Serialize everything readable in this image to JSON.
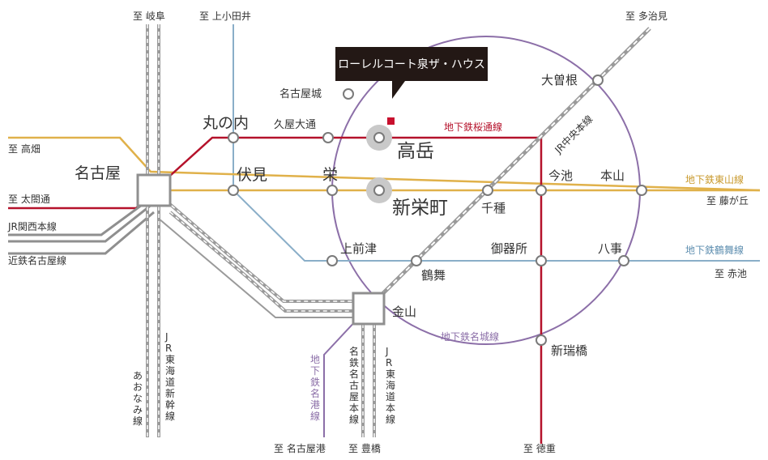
{
  "callout": {
    "label": "ローレルコート泉ザ・ハウス"
  },
  "stations": {
    "nagoya": "名古屋",
    "marunouchi": "丸の内",
    "hisaya_odori": "久屋大通",
    "nagoyajo": "名古屋城",
    "takaoka": "高岳",
    "fushimi": "伏見",
    "sakae": "栄",
    "shinsakae": "新栄町",
    "chikusa": "千種",
    "imaike": "今池",
    "motoyama": "本山",
    "ozone": "大曽根",
    "kamimaezu": "上前津",
    "tsurumai": "鶴舞",
    "gokiso": "御器所",
    "yagoto": "八事",
    "kanayama": "金山",
    "aratamabashi": "新瑞橋"
  },
  "lines": {
    "sakuradori": "地下鉄桜通線",
    "higashiyama": "地下鉄東山線",
    "tsurumai": "地下鉄鶴舞線",
    "meijo": "地下鉄名城線",
    "chuo": "JR中央本線",
    "meiko": [
      "地",
      "下",
      "鉄",
      "名",
      "港",
      "線"
    ],
    "meitetsu": [
      "名",
      "鉄",
      "名",
      "古",
      "屋",
      "本",
      "線"
    ],
    "jr_tokaido": [
      "J",
      "R",
      "東",
      "海",
      "道",
      "本",
      "線"
    ],
    "shinkansen": [
      "J",
      "R",
      "東",
      "海",
      "道",
      "新",
      "幹",
      "線"
    ],
    "aonami": [
      "あ",
      "お",
      "な",
      "み",
      "線"
    ]
  },
  "termini": {
    "gifu": "至 岐阜",
    "kamiotai": "至 上小田井",
    "tajimi": "至 多治見",
    "takabata": "至 高畑",
    "taikodori": "至 太閤通",
    "kansai": "JR関西本線",
    "kintetsu": "近鉄名古屋線",
    "fujigaoka": "至 藤が丘",
    "akaike": "至 赤池",
    "nagoyako": "至 名古屋港",
    "toyohashi": "至 豊橋",
    "tokushige": "至 徳重"
  },
  "colors": {
    "sakuradori": "#b5122b",
    "higashiyama": "#e0b14a",
    "tsurumai": "#8aaec8",
    "meijo": "#8c6fa8",
    "jr": "#8f8f8f",
    "callout_bg": "#231815",
    "marker": "#c8102e"
  }
}
